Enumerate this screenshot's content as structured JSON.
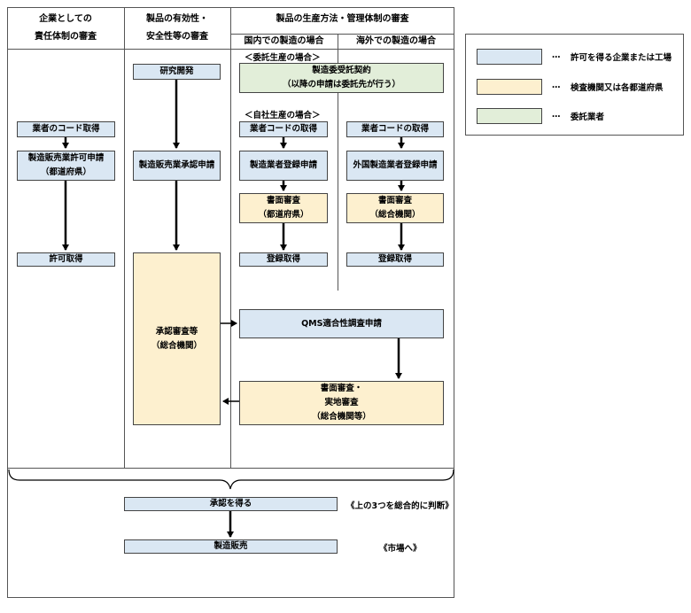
{
  "headers": {
    "col1_line1": "企業としての",
    "col1_line2": "責任体制の審査",
    "col2_line1": "製品の有効性・",
    "col2_line2": "安全性等の審査",
    "col3": "製品の生産方法・管理体制の審査",
    "col3_domestic": "国内での製造の場合",
    "col3_overseas": "海外での製造の場合"
  },
  "col1": {
    "code": "業者のコード取得",
    "license_apply_line1": "製造販売業許可申請",
    "license_apply_line2": "（都道府県）",
    "license_get": "許可取得"
  },
  "col2": {
    "rd": "研究開発",
    "approval_apply": "製造販売業承認申請",
    "review_line1": "承認審査等",
    "review_line2": "（総合機関）"
  },
  "col3": {
    "outsource_note": "＜委託生産の場合＞",
    "contract_line1": "製造委受託契約",
    "contract_line2": "（以降の申請は委託先が行う）",
    "inhouse_note": "＜自社生産の場合＞",
    "dom_code": "業者コードの取得",
    "dom_reg_apply": "製造業者登録申請",
    "dom_doc_line1": "書面審査",
    "dom_doc_line2": "（都道府県）",
    "dom_reg_get": "登録取得",
    "ovs_code": "業者コードの取得",
    "ovs_reg_apply": "外国製造業者登録申請",
    "ovs_doc_line1": "書面審査",
    "ovs_doc_line2": "（総合機関）",
    "ovs_reg_get": "登録取得",
    "qms_apply": "QMS適合性調査申請",
    "insp_line1": "書面審査・",
    "insp_line2": "実地審査",
    "insp_line3": "（総合機関等）"
  },
  "bottom": {
    "approval": "承認を得る",
    "approval_note": "《上の3つを総合的に判断》",
    "sales": "製造販売",
    "sales_note": "《市場へ》"
  },
  "legend": {
    "items": [
      {
        "dots": "…",
        "label": "許可を得る企業または工場",
        "color": "#dae7f3"
      },
      {
        "dots": "…",
        "label": "検査機関又は各都道府県",
        "color": "#fdf0cf"
      },
      {
        "dots": "…",
        "label": "委託業者",
        "color": "#e2eed9"
      }
    ]
  }
}
